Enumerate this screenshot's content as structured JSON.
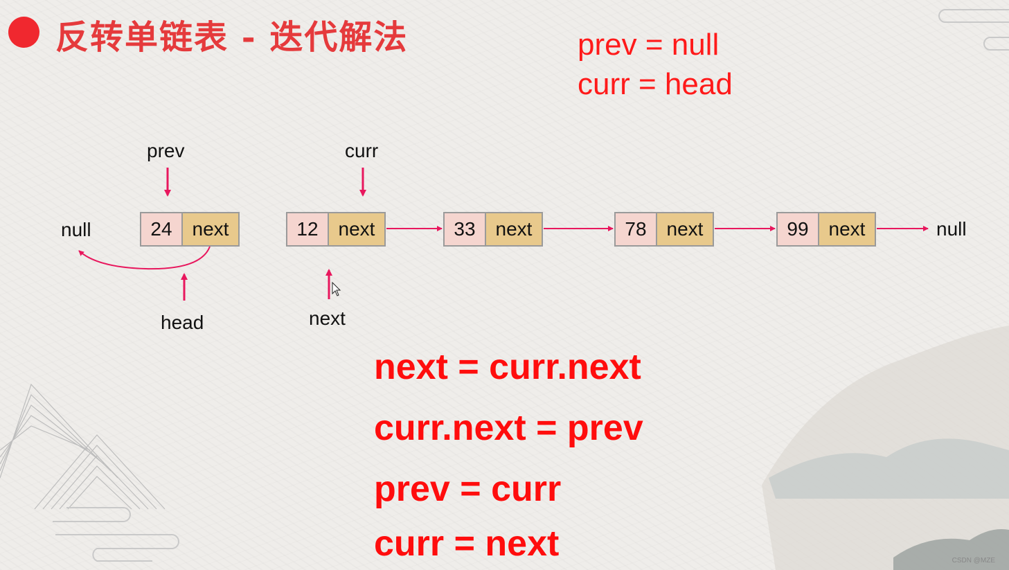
{
  "title": "反转单链表 - 迭代解法",
  "init": {
    "line1": "prev = null",
    "line2": "curr = head"
  },
  "labels": {
    "prev": "prev",
    "curr": "curr",
    "head": "head",
    "next": "next",
    "null_left": "null",
    "null_right": "null"
  },
  "nodes": [
    {
      "value": "24",
      "next": "next"
    },
    {
      "value": "12",
      "next": "next"
    },
    {
      "value": "33",
      "next": "next"
    },
    {
      "value": "78",
      "next": "next"
    },
    {
      "value": "99",
      "next": "next"
    }
  ],
  "code": [
    "next = curr.next",
    "curr.next = prev",
    "prev = curr",
    "curr = next"
  ],
  "watermark": "CSDN @MZE",
  "colors": {
    "accent": "#e53a3c",
    "arrow": "#e8175d",
    "code": "#ff0d0d",
    "node_value": "#f5d5cf",
    "node_next": "#e8c98c"
  }
}
